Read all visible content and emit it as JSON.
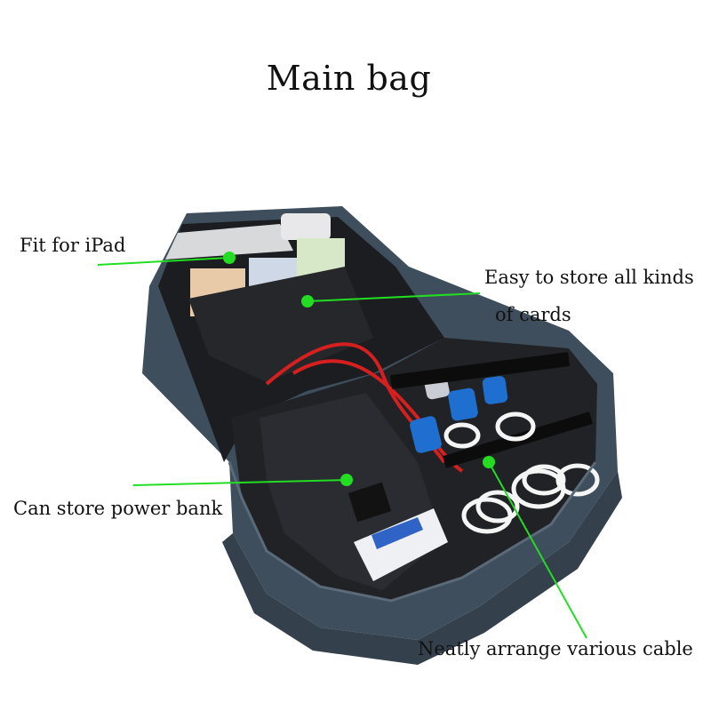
{
  "page": {
    "title": "Main bag"
  },
  "callouts": {
    "ipad": "Fit for iPad",
    "cards_line1": "Easy to store all kinds",
    "cards_line2": "of cards",
    "power_bank": "Can store power bank",
    "cables": "Neatly arrange various cable"
  },
  "colors": {
    "callout_line": "#22dd22",
    "bag_outer": "#3f4e5c",
    "bag_lining": "#1c1d20",
    "cable": "#f5f5f5",
    "usb_blue": "#1f6fd1",
    "red_cable": "#d61f1f"
  }
}
